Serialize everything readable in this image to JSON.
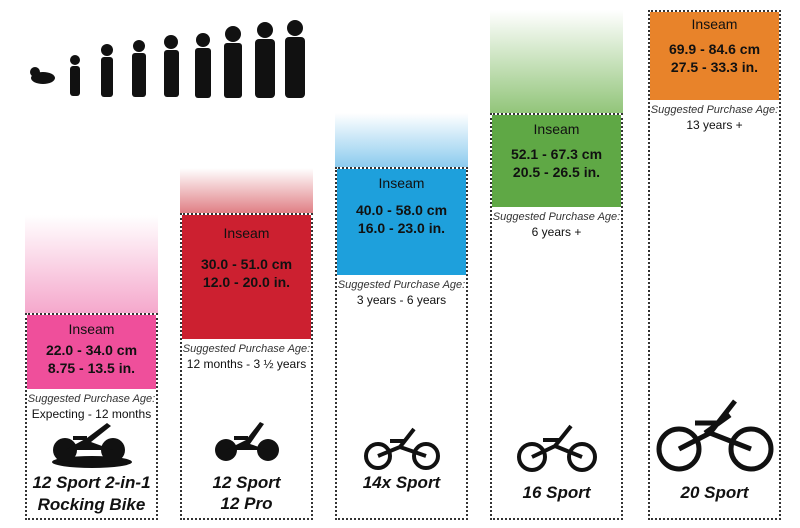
{
  "inseam_label": "Inseam",
  "suggested_label": "Suggested Purchase Age:",
  "bikes": [
    {
      "name_line1": "12 Sport 2-in-1",
      "name_line2": "Rocking Bike",
      "cm": "22.0 - 34.0 cm",
      "in": "8.75 - 13.5 in.",
      "age": "Expecting - 12 months",
      "color": "#ef4f9b"
    },
    {
      "name_line1": "12 Sport",
      "name_line2": "12 Pro",
      "cm": "30.0 - 51.0 cm",
      "in": "12.0 - 20.0 in.",
      "age": "12 months - 3 ½ years",
      "color": "#cc2030"
    },
    {
      "name_line1": "14x Sport",
      "name_line2": "",
      "cm": "40.0 - 58.0 cm",
      "in": "16.0 - 23.0 in.",
      "age": "3 years - 6 years",
      "color": "#1ea0dc"
    },
    {
      "name_line1": "16 Sport",
      "name_line2": "",
      "cm": "52.1 - 67.3 cm",
      "in": "20.5 - 26.5 in.",
      "age": "6 years +",
      "color": "#5fa845"
    },
    {
      "name_line1": "20 Sport",
      "name_line2": "",
      "cm": "69.9 - 84.6 cm",
      "in": "27.5 - 33.3 in.",
      "age": "13 years +",
      "color": "#e8832a"
    }
  ]
}
